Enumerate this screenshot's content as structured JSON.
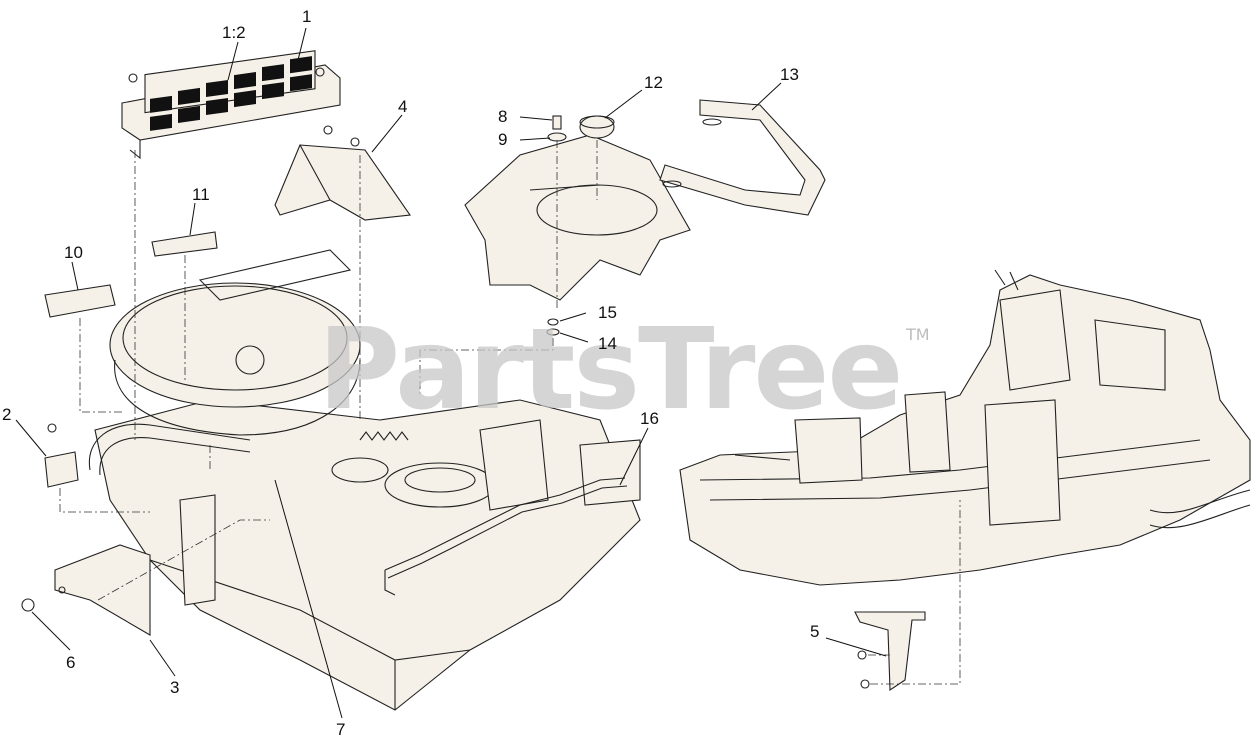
{
  "watermark": {
    "text": "PartsTree",
    "trademark": "TM"
  },
  "parts": [
    {
      "id": "1",
      "label": "1"
    },
    {
      "id": "1-2",
      "label": "1:2"
    },
    {
      "id": "2",
      "label": "2"
    },
    {
      "id": "3",
      "label": "3"
    },
    {
      "id": "4",
      "label": "4"
    },
    {
      "id": "5",
      "label": "5"
    },
    {
      "id": "6",
      "label": "6"
    },
    {
      "id": "7",
      "label": "7"
    },
    {
      "id": "8",
      "label": "8"
    },
    {
      "id": "9",
      "label": "9"
    },
    {
      "id": "10",
      "label": "10"
    },
    {
      "id": "11",
      "label": "11"
    },
    {
      "id": "12",
      "label": "12"
    },
    {
      "id": "13",
      "label": "13"
    },
    {
      "id": "14",
      "label": "14"
    },
    {
      "id": "15",
      "label": "15"
    },
    {
      "id": "16",
      "label": "16"
    }
  ]
}
